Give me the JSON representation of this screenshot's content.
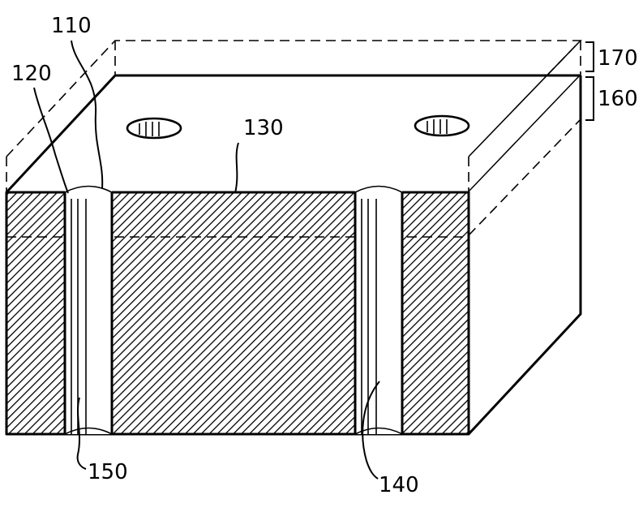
{
  "figure": {
    "labels": {
      "ref_110": "110",
      "ref_120": "120",
      "ref_130": "130",
      "ref_140": "140",
      "ref_150": "150",
      "ref_160": "160",
      "ref_170": "170"
    }
  },
  "colors": {
    "line": "#000000",
    "background": "#ffffff",
    "hatch": "#000000"
  }
}
